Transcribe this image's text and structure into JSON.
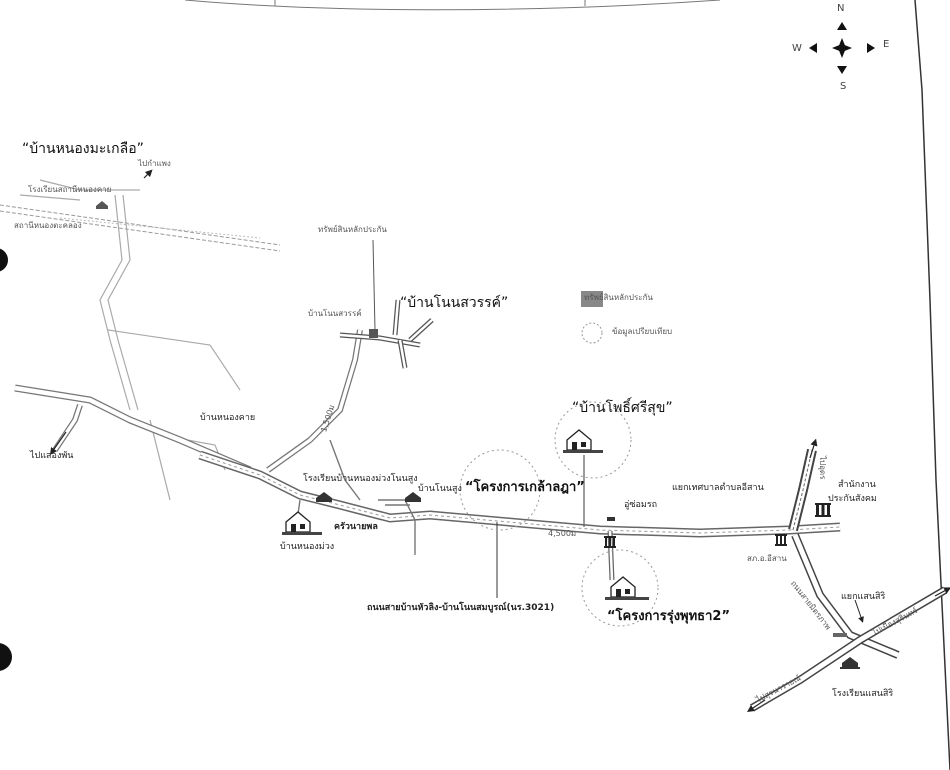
{
  "compass": {
    "north": "N",
    "south": "S",
    "west": "W",
    "east": "E"
  },
  "villages": {
    "nong_makluea": "“บ้านหนองมะเกลือ”",
    "non_sawan": "“บ้านโนนสวรรค์”",
    "pho_si_suk": "“บ้านโพธิ์ศรีสุข”"
  },
  "projects": {
    "klalada": "“โครงการเกล้าลฎา”",
    "rung_phuttha": "“โครงการรุ่งพุทธา2”"
  },
  "places": {
    "school_north": "โรงเรียนสถานีหนองคาย",
    "station": "สถานีหนองตะคลอง",
    "to_north": "ไปกำแพง",
    "asset": "ทรัพย์สินหลักประกัน",
    "non_sawan_small": "บ้านโนนสวรรค์",
    "nong_khae": "บ้านหนองคาย",
    "km1": "1,500ม",
    "to_west": "ไปแสองพัน",
    "school_main": "โรงเรียนบ้านหนองม่วงโนนสูง",
    "non_sung": "บ้านโนนสูง",
    "nong_muang": "บ้านหนองม่วง",
    "village_center": "ครัวนายพล",
    "road": "ถนนสายบ้านหัวลิง-บ้านโนนสมบูรณ์(นร.3021)",
    "km2": "4,500ม",
    "shop": "อู่ซ่อมรถ",
    "tambon_office": "แยกเทศบาลตำบลอีสาน",
    "aso_office_l1": "สำนักงาน",
    "aso_office_l2": "ประกันสังคม",
    "road_north": "ไปอุดร",
    "police": "สภ.อ.อีสาน",
    "road_diag": "ถนนสายมิตรภาพ",
    "junction_se": "แยกแสนสิริ",
    "road_ne": "ไปเมืองสุรินทร์",
    "road_sw": "ไปสุรนารายณ์",
    "school_se": "โรงเรียนแสนสิริ"
  },
  "legend": {
    "asset": "ทรัพย์สินหลักประกัน",
    "market_ref": "ข้อมูลเปรียบเทียบ"
  },
  "colors": {
    "road": "#6f6f6f",
    "road_fill": "#ffffff",
    "legend_square": "#888888"
  },
  "icons": [
    "compass-rose-icon",
    "house-icon",
    "school-icon",
    "government-building-icon",
    "arrow-icon"
  ]
}
